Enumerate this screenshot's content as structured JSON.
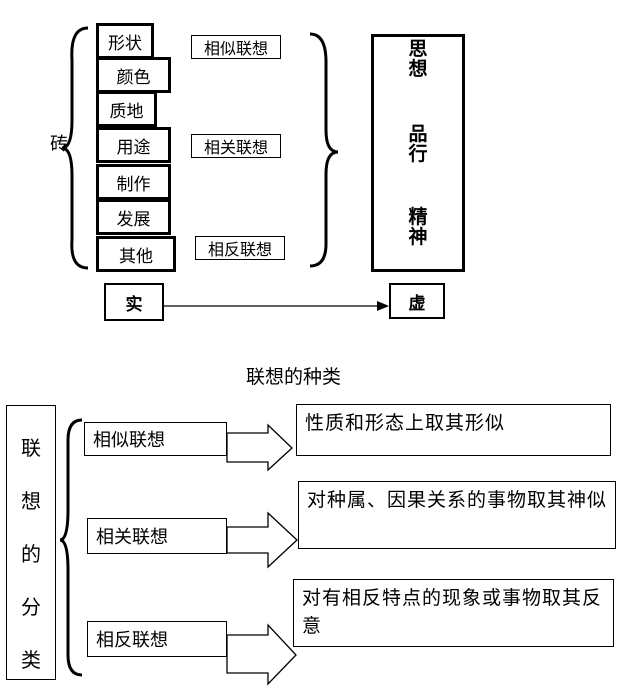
{
  "top_diagram": {
    "left_label": "砖",
    "attributes": [
      "形状",
      "颜色",
      "质地",
      "用途",
      "制作",
      "发展",
      "其他"
    ],
    "relation_tags": [
      "相似联想",
      "相关联想",
      "相反联想"
    ],
    "result_words": [
      "思",
      "想",
      "品",
      "行",
      "精",
      "神"
    ],
    "flow_from": "实",
    "flow_to": "虚"
  },
  "bottom_diagram": {
    "title": "联想的种类",
    "category_chars": [
      "联",
      "想",
      "的",
      "分",
      "类"
    ],
    "types": [
      {
        "name": "相似联想",
        "description": "性质和形态上取其形似"
      },
      {
        "name": "相关联想",
        "description": "对种属、因果关系的事物取其神似"
      },
      {
        "name": "相反联想",
        "description": "对有相反特点的现象或事物取其反意"
      }
    ]
  }
}
